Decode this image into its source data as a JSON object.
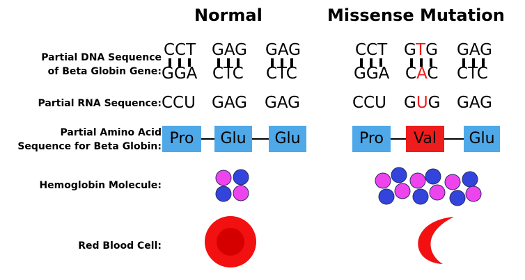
{
  "headers": {
    "normal": "Normal",
    "mutation": "Missense Mutation"
  },
  "row_labels": {
    "dna_line1": "Partial DNA Sequence",
    "dna_line2": "of Beta Globin Gene:",
    "rna": "Partial RNA Sequence:",
    "amino_line1": "Partial Amino Acid",
    "amino_line2": "Sequence for Beta Globin:",
    "hemoglobin": "Hemoglobin Molecule:",
    "cell": "Red Blood Cell:"
  },
  "normal": {
    "dna_top": [
      "CCT",
      "GAG",
      "GAG"
    ],
    "dna_bottom": [
      "GGA",
      "CTC",
      "CTC"
    ],
    "rna": [
      "CCU",
      "GAG",
      "GAG"
    ],
    "amino": [
      "Pro",
      "Glu",
      "Glu"
    ]
  },
  "mutation": {
    "dna_top": [
      "CCT",
      "G",
      "T",
      "G",
      "GAG"
    ],
    "dna_bottom": [
      "GGA",
      "C",
      "A",
      "C",
      "CTC"
    ],
    "rna": [
      "CCU",
      "G",
      "U",
      "G",
      "GAG"
    ],
    "amino": [
      "Pro",
      "Val",
      "Glu"
    ]
  },
  "colors": {
    "amino_box": "#4fa8e8",
    "mutation_red": "#ee1c1c",
    "pink_subunit": "#ee44ee",
    "blue_subunit": "#3344dd",
    "blood_cell": "#f21010",
    "blood_cell_center": "#d40000"
  }
}
